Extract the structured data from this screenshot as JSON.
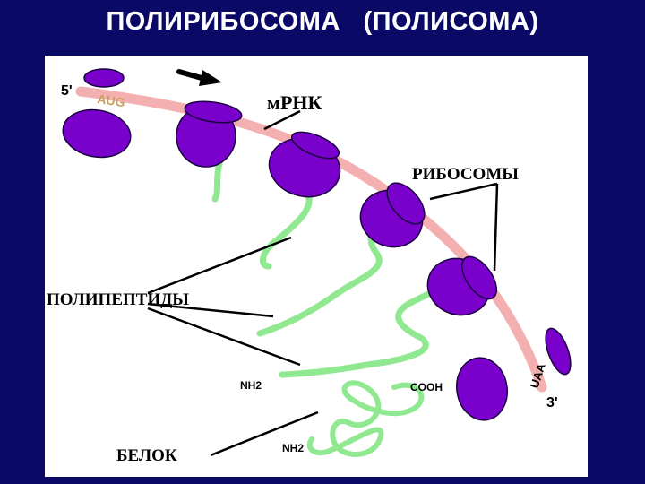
{
  "slide": {
    "title": "ПОЛИРИБОСОМА   (ПОЛИСОМА)"
  },
  "diagram": {
    "labels": {
      "five_prime": "5'",
      "three_prime": "3'",
      "start_codon": "AUG",
      "stop_codon": "UAA",
      "mrna": "мРНК",
      "ribosomes": "РИБОСОМЫ",
      "polypeptides": "ПОЛИПЕПТИДЫ",
      "nh2_upper": "NH2",
      "nh2_lower": "NH2",
      "cooh": "COOH",
      "protein": "БЕЛОК"
    },
    "colors": {
      "background": "#0a0a66",
      "panel": "#ffffff",
      "ribosome": "#7a00cc",
      "ribosome_outline": "#1a0040",
      "mrna": "#f4b0b0",
      "polypeptide": "#90e890",
      "arrow": "#000000"
    },
    "direction_arrow": "arrow-right-icon"
  }
}
